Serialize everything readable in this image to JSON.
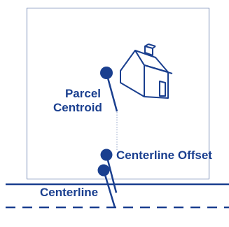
{
  "labels": {
    "parcel_line1": "Parcel",
    "parcel_line2": "Centroid",
    "centerline_offset": "Centerline Offset",
    "centerline": "Centerline"
  },
  "colors": {
    "ink": "#1a3f8f",
    "parcel_border": "#7b8fb8",
    "background": "#ffffff"
  }
}
